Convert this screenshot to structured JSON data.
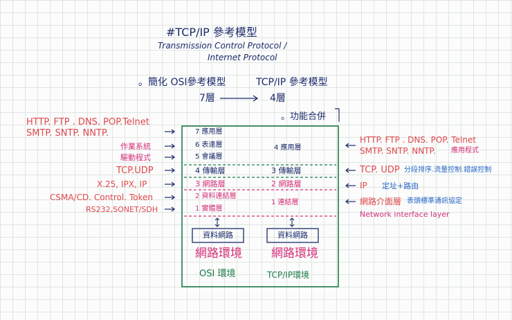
{
  "header": {
    "title": "#TCP/IP 參考模型",
    "subtitle_line1": "Transmission Control Protocol /",
    "subtitle_line2": "Internet Protocol"
  },
  "comparison": {
    "left": "。簡化 OSI參考模型",
    "right": "TCP/IP 參考模型",
    "from_layers": "7層",
    "to_layers": "4層"
  },
  "feature_note": "。功能合併",
  "left_protocols": {
    "app_line1": "HTTP. FTP . DNS. POP.Telnet",
    "app_line2": "SMTP. SNTP. NNTP.",
    "os_label": "作業系統",
    "driver_label": "驅動程式",
    "transport": "TCP.UDP",
    "network": "X.25, IPX, IP",
    "datalink": "CSMA/CD. Control. Token",
    "physical": "RS232,SONET/SDH"
  },
  "osi_layers": {
    "l7": "7 應用層",
    "l6": "6 表達層",
    "l5": "5 會議層",
    "l4": "4 傳輸層",
    "l3": "3 網路層",
    "l2": "2 資料連結層",
    "l1": "1 實體層"
  },
  "tcpip_layers": {
    "l4": "4 應用層",
    "l3": "3 傳輸層",
    "l2": "2 網路層",
    "l1": "1 連結層"
  },
  "right_notes": {
    "app_line1": "HTTP. FTP . DNS. POP. Telnet",
    "app_line2": "SMTP. SNTP. NNTP.",
    "app_suffix": "應用程式",
    "transport": "TCP. UDP",
    "transport_suffix": "分段排序.流量控制.錯誤控制",
    "network": "IP",
    "network_suffix": "定址+路由",
    "link": "網路介面層",
    "link_suffix": "表頭標準通訊協定",
    "link_en": "Network interface layer"
  },
  "bottom": {
    "data_link_box": "資料網路",
    "network_env": "網路環境",
    "osi_env": "OSI 環境",
    "tcpip_env": "TCP/IP環境"
  },
  "colors": {
    "navy": "#1c2a6b",
    "red": "#e0474d",
    "pink": "#d6307a",
    "blue": "#2b67c9",
    "green": "#1c7a4a"
  }
}
